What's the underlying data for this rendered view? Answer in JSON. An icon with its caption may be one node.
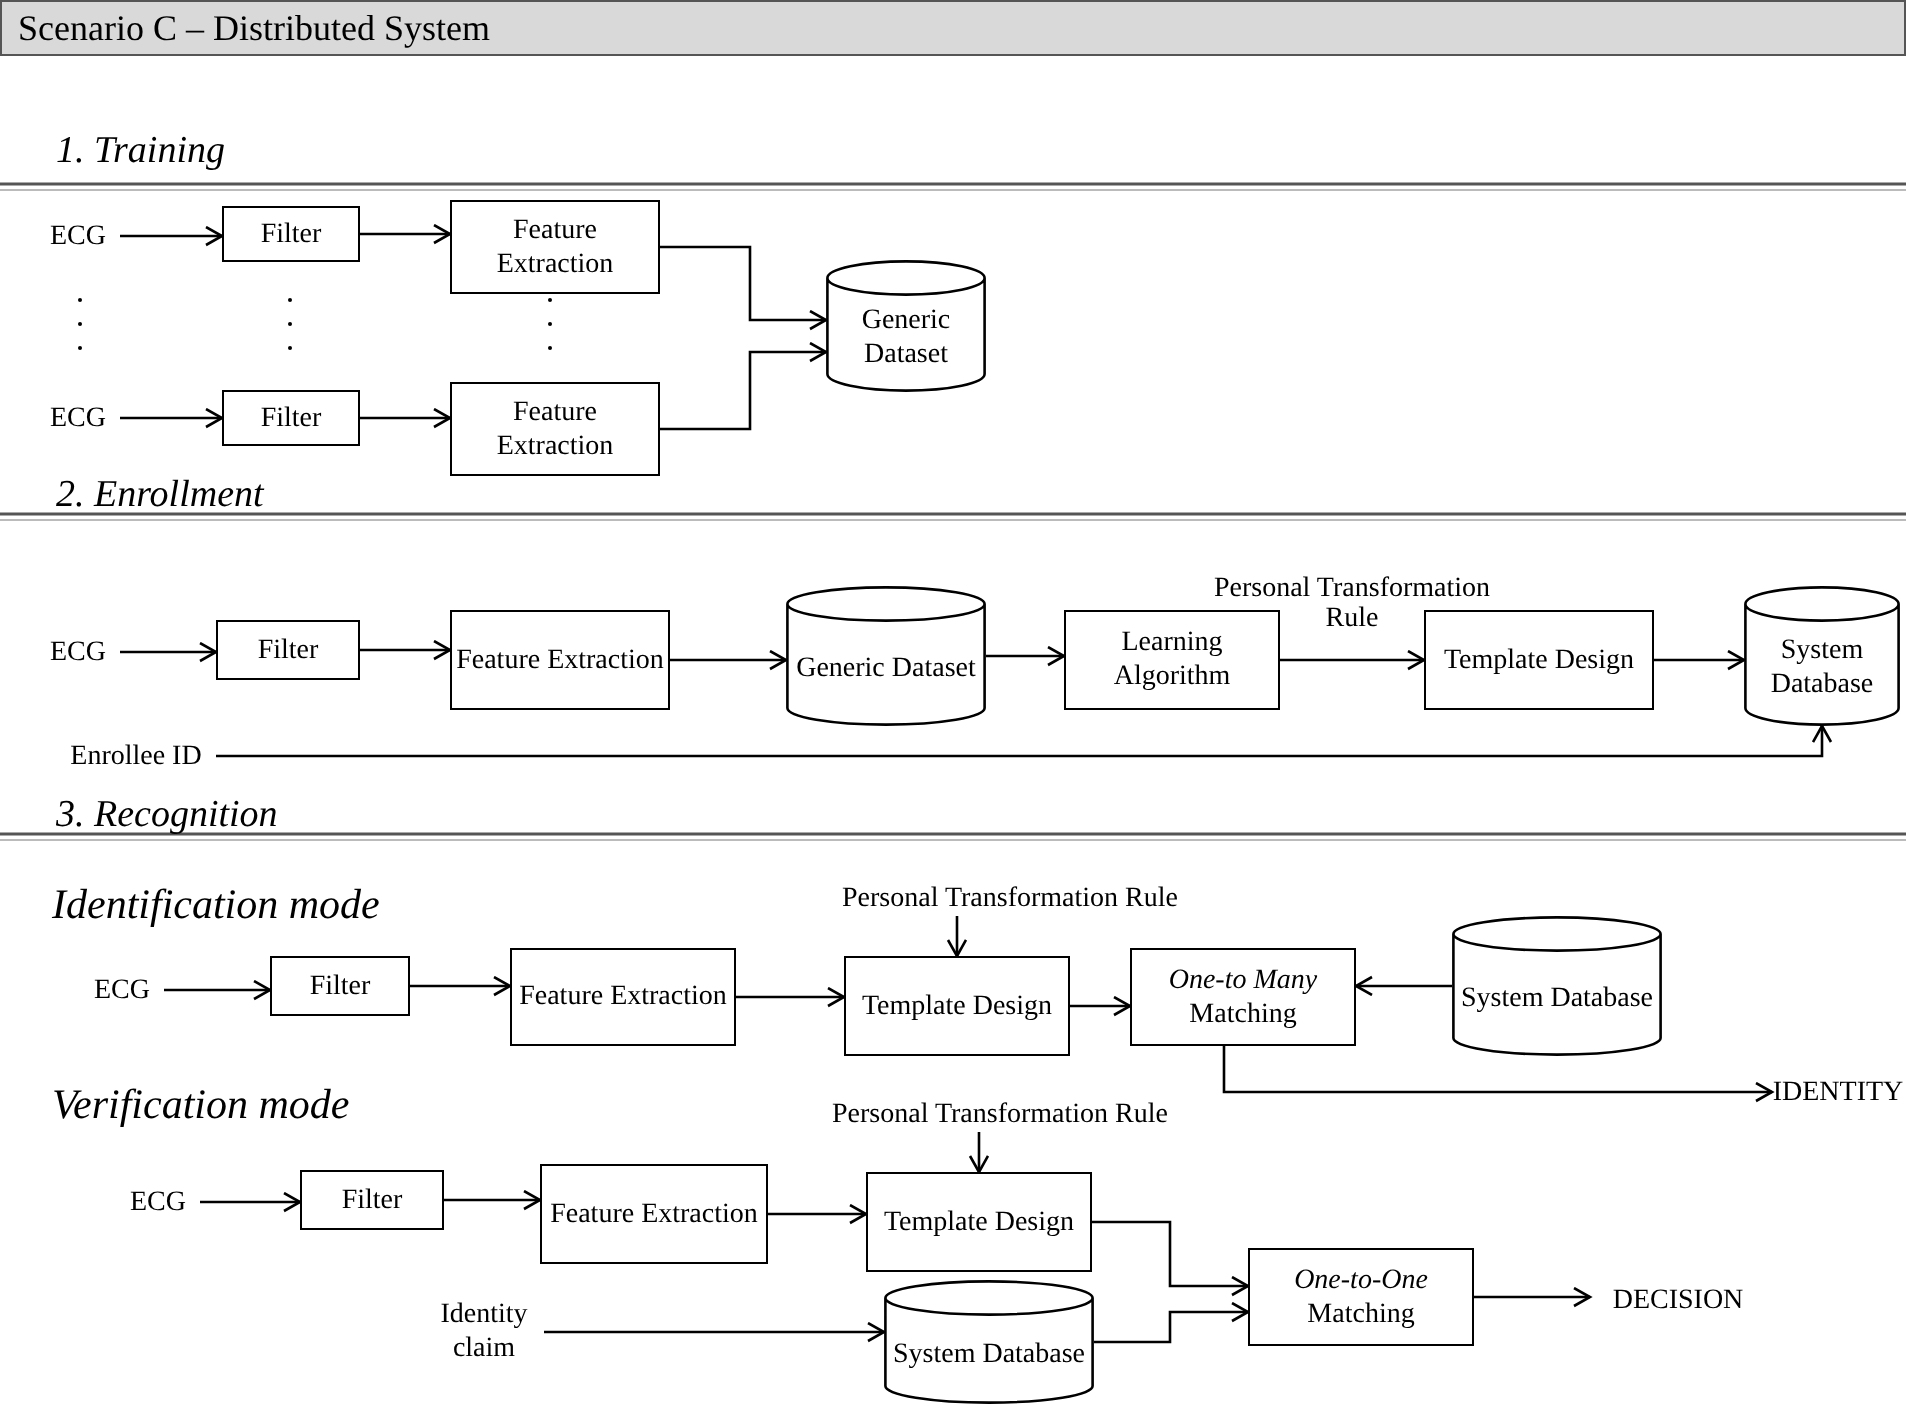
{
  "diagram": {
    "title": "Scenario C – Distributed System",
    "nodes": [
      {
        "text": [
          "ECG"
        ]
      },
      {
        "text": [
          "Filter"
        ]
      },
      {
        "text": [
          "Feature Extraction"
        ]
      },
      {
        "text": [
          "ECG"
        ]
      },
      {
        "text": [
          "Filter"
        ]
      },
      {
        "text": [
          "Feature Extraction"
        ]
      },
      {
        "text": [
          "Generic Dataset"
        ]
      },
      {
        "text": [
          "ECG"
        ]
      },
      {
        "text": [
          "Filter"
        ]
      },
      {
        "text": [
          "Feature Extraction"
        ]
      },
      {
        "text": [
          "Generic Dataset"
        ]
      },
      {
        "text": [
          "Learning Algorithm"
        ]
      },
      {
        "text": [
          "Template Design"
        ]
      },
      {
        "text": [
          "System Database"
        ]
      },
      {
        "text": [
          "Enrollee ID"
        ]
      },
      {
        "text": [
          "Personal Transformation Rule"
        ]
      },
      {
        "text": [
          "ECG"
        ]
      },
      {
        "text": [
          "Filter"
        ]
      },
      {
        "text": [
          "Feature Extraction"
        ]
      },
      {
        "text": [
          "Template Design"
        ]
      },
      {
        "text": [
          "*One-to Many* Matching"
        ]
      },
      {
        "text": [
          "System Database"
        ]
      },
      {
        "text": [
          "IDENTITY"
        ]
      },
      {
        "text": [
          "Personal Transformation Rule"
        ]
      },
      {
        "text": [
          "ECG"
        ]
      },
      {
        "text": [
          "Filter"
        ]
      },
      {
        "text": [
          "Feature Extraction"
        ]
      },
      {
        "text": [
          "Template Design"
        ]
      },
      {
        "text": [
          "*One-to-One* Matching"
        ]
      },
      {
        "text": [
          "DECISION"
        ]
      },
      {
        "text": [
          "Identity claim"
        ]
      },
      {
        "text": [
          "System Database"
        ]
      }
    ],
    "edges": [
      {
        "from": 0,
        "to": 1,
        "arrow": "to"
      },
      {
        "from": 1,
        "to": 2,
        "arrow": "to"
      },
      {
        "from": 3,
        "to": 4,
        "arrow": "to"
      },
      {
        "from": 4,
        "to": 5,
        "arrow": "to"
      },
      {
        "from": 2,
        "to": 6,
        "arrow": "to"
      },
      {
        "from": 5,
        "to": 6,
        "arrow": "to"
      },
      {
        "from": 7,
        "to": 8,
        "arrow": "to"
      },
      {
        "from": 8,
        "to": 9,
        "arrow": "to"
      },
      {
        "from": 9,
        "to": 10,
        "arrow": "to"
      },
      {
        "from": 10,
        "to": 11,
        "arrow": "to"
      },
      {
        "from": 11,
        "to": 12,
        "arrow": "to",
        "label": "Personal Transformation Rule"
      },
      {
        "from": 12,
        "to": 13,
        "arrow": "to"
      },
      {
        "from": 14,
        "to": 13,
        "arrow": "to"
      },
      {
        "from": 16,
        "to": 17,
        "arrow": "to"
      },
      {
        "from": 17,
        "to": 18,
        "arrow": "to"
      },
      {
        "from": 18,
        "to": 19,
        "arrow": "to"
      },
      {
        "from": 15,
        "to": 19,
        "arrow": "to"
      },
      {
        "from": 19,
        "to": 20,
        "arrow": "to"
      },
      {
        "from": 21,
        "to": 20,
        "arrow": "to"
      },
      {
        "from": 20,
        "to": 22,
        "arrow": "to"
      },
      {
        "from": 24,
        "to": 25,
        "arrow": "to"
      },
      {
        "from": 25,
        "to": 26,
        "arrow": "to"
      },
      {
        "from": 26,
        "to": 27,
        "arrow": "to"
      },
      {
        "from": 23,
        "to": 27,
        "arrow": "to"
      },
      {
        "from": 27,
        "to": 28,
        "arrow": "to"
      },
      {
        "from": 31,
        "to": 28,
        "arrow": "to"
      },
      {
        "from": 30,
        "to": 31,
        "arrow": "to"
      },
      {
        "from": 28,
        "to": 29,
        "arrow": "to"
      }
    ],
    "labels": [
      "1. Training",
      "2. Enrollment",
      "3. Recognition",
      "Identification mode",
      "Verification mode"
    ]
  }
}
